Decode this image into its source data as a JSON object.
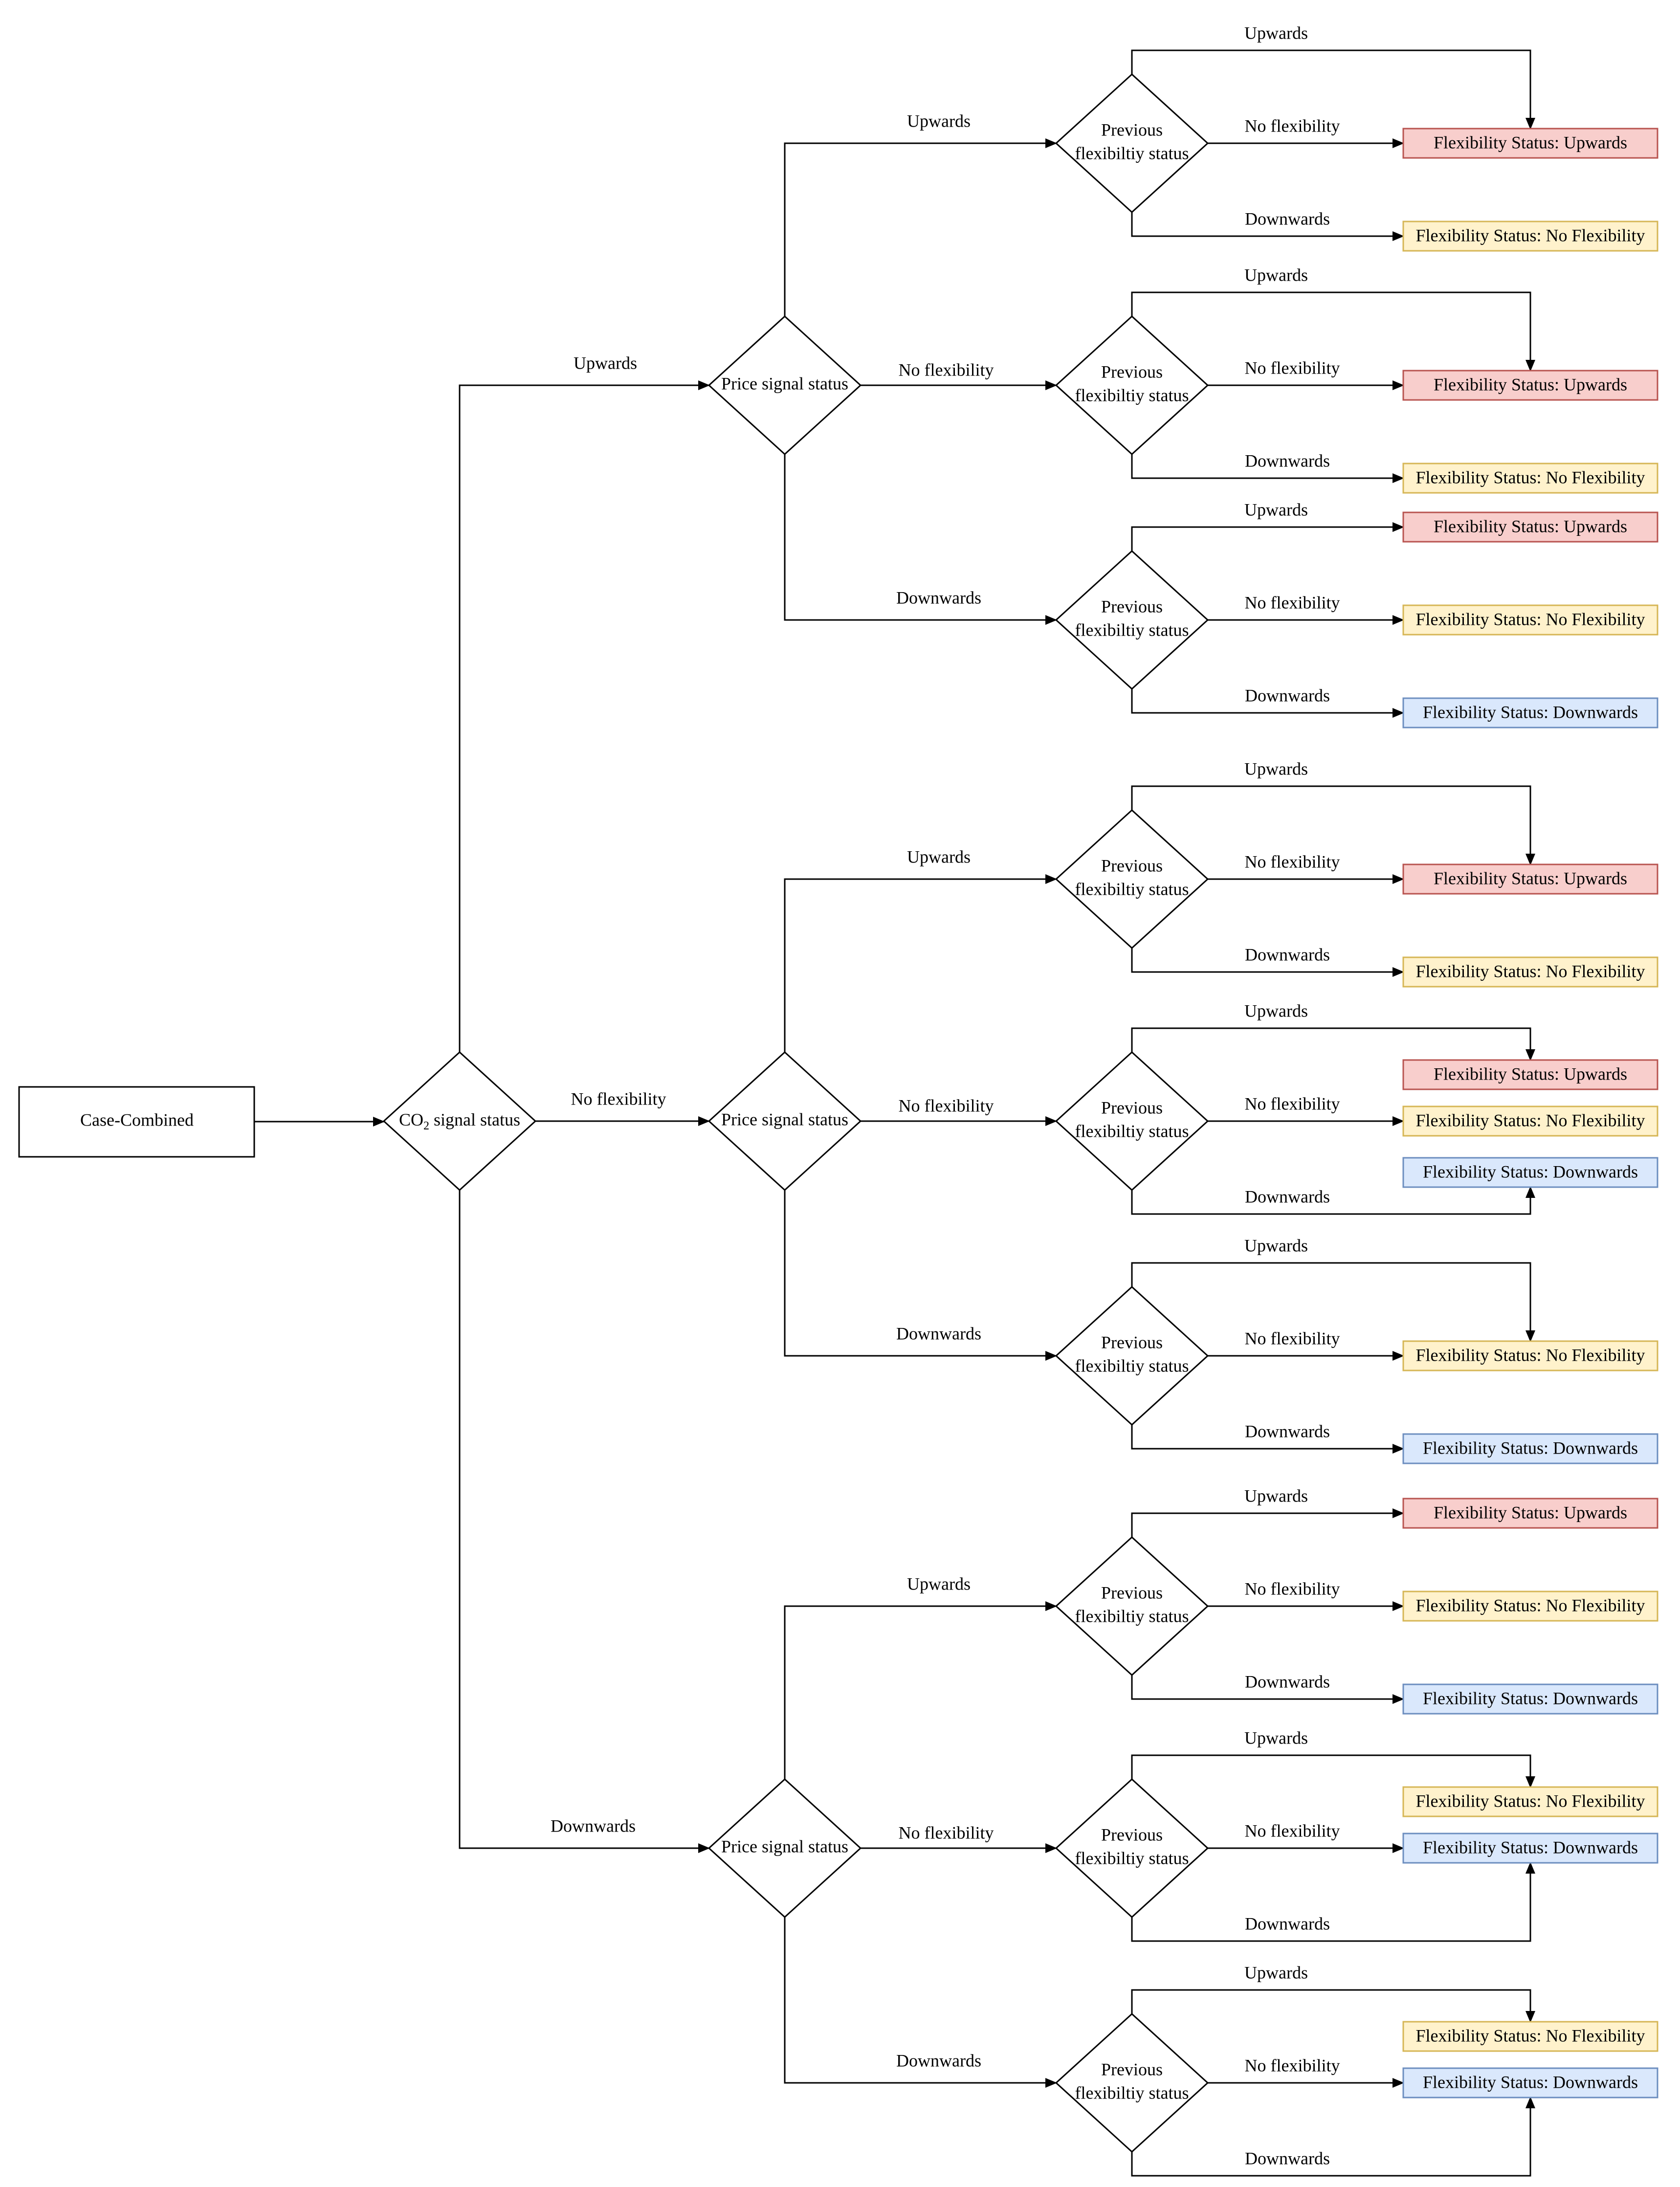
{
  "root": {
    "label": "Case-Combined"
  },
  "co2": {
    "label_prefix": "CO",
    "label_sub": "2",
    "label_suffix": " signal status"
  },
  "price": {
    "label": "Price signal status"
  },
  "prev": {
    "line1": "Previous",
    "line2": "flexibiltiy status"
  },
  "edges": {
    "up": "Upwards",
    "no": "No flexibility",
    "down": "Downwards"
  },
  "results": {
    "up": "Flexibility Status: Upwards",
    "no": "Flexibility Status: No Flexibility",
    "down": "Flexibility Status: Downwards"
  },
  "colors": {
    "up": {
      "fill": "#f8cecc",
      "stroke": "#b85450"
    },
    "no": {
      "fill": "#fff2cc",
      "stroke": "#d6b656"
    },
    "down": {
      "fill": "#dae8fc",
      "stroke": "#6c8ebf"
    }
  },
  "tree": [
    {
      "co2": "up",
      "price_branches": [
        {
          "price": "up",
          "outcomes": {
            "up": "up",
            "no": "up",
            "down": "no"
          }
        },
        {
          "price": "no",
          "outcomes": {
            "up": "up",
            "no": "up",
            "down": "no"
          }
        },
        {
          "price": "down",
          "outcomes": {
            "up": "up",
            "no": "no",
            "down": "down"
          }
        }
      ]
    },
    {
      "co2": "no",
      "price_branches": [
        {
          "price": "up",
          "outcomes": {
            "up": "up",
            "no": "up",
            "down": "no"
          }
        },
        {
          "price": "no",
          "outcomes": {
            "up": "up",
            "no": "no",
            "down": "down"
          }
        },
        {
          "price": "down",
          "outcomes": {
            "up": "no",
            "no": "no",
            "down": "down"
          }
        }
      ]
    },
    {
      "co2": "down",
      "price_branches": [
        {
          "price": "up",
          "outcomes": {
            "up": "up",
            "no": "no",
            "down": "down"
          }
        },
        {
          "price": "no",
          "outcomes": {
            "up": "no",
            "no": "down",
            "down": "down"
          }
        },
        {
          "price": "down",
          "outcomes": {
            "up": "no",
            "no": "down",
            "down": "down"
          }
        }
      ]
    }
  ]
}
